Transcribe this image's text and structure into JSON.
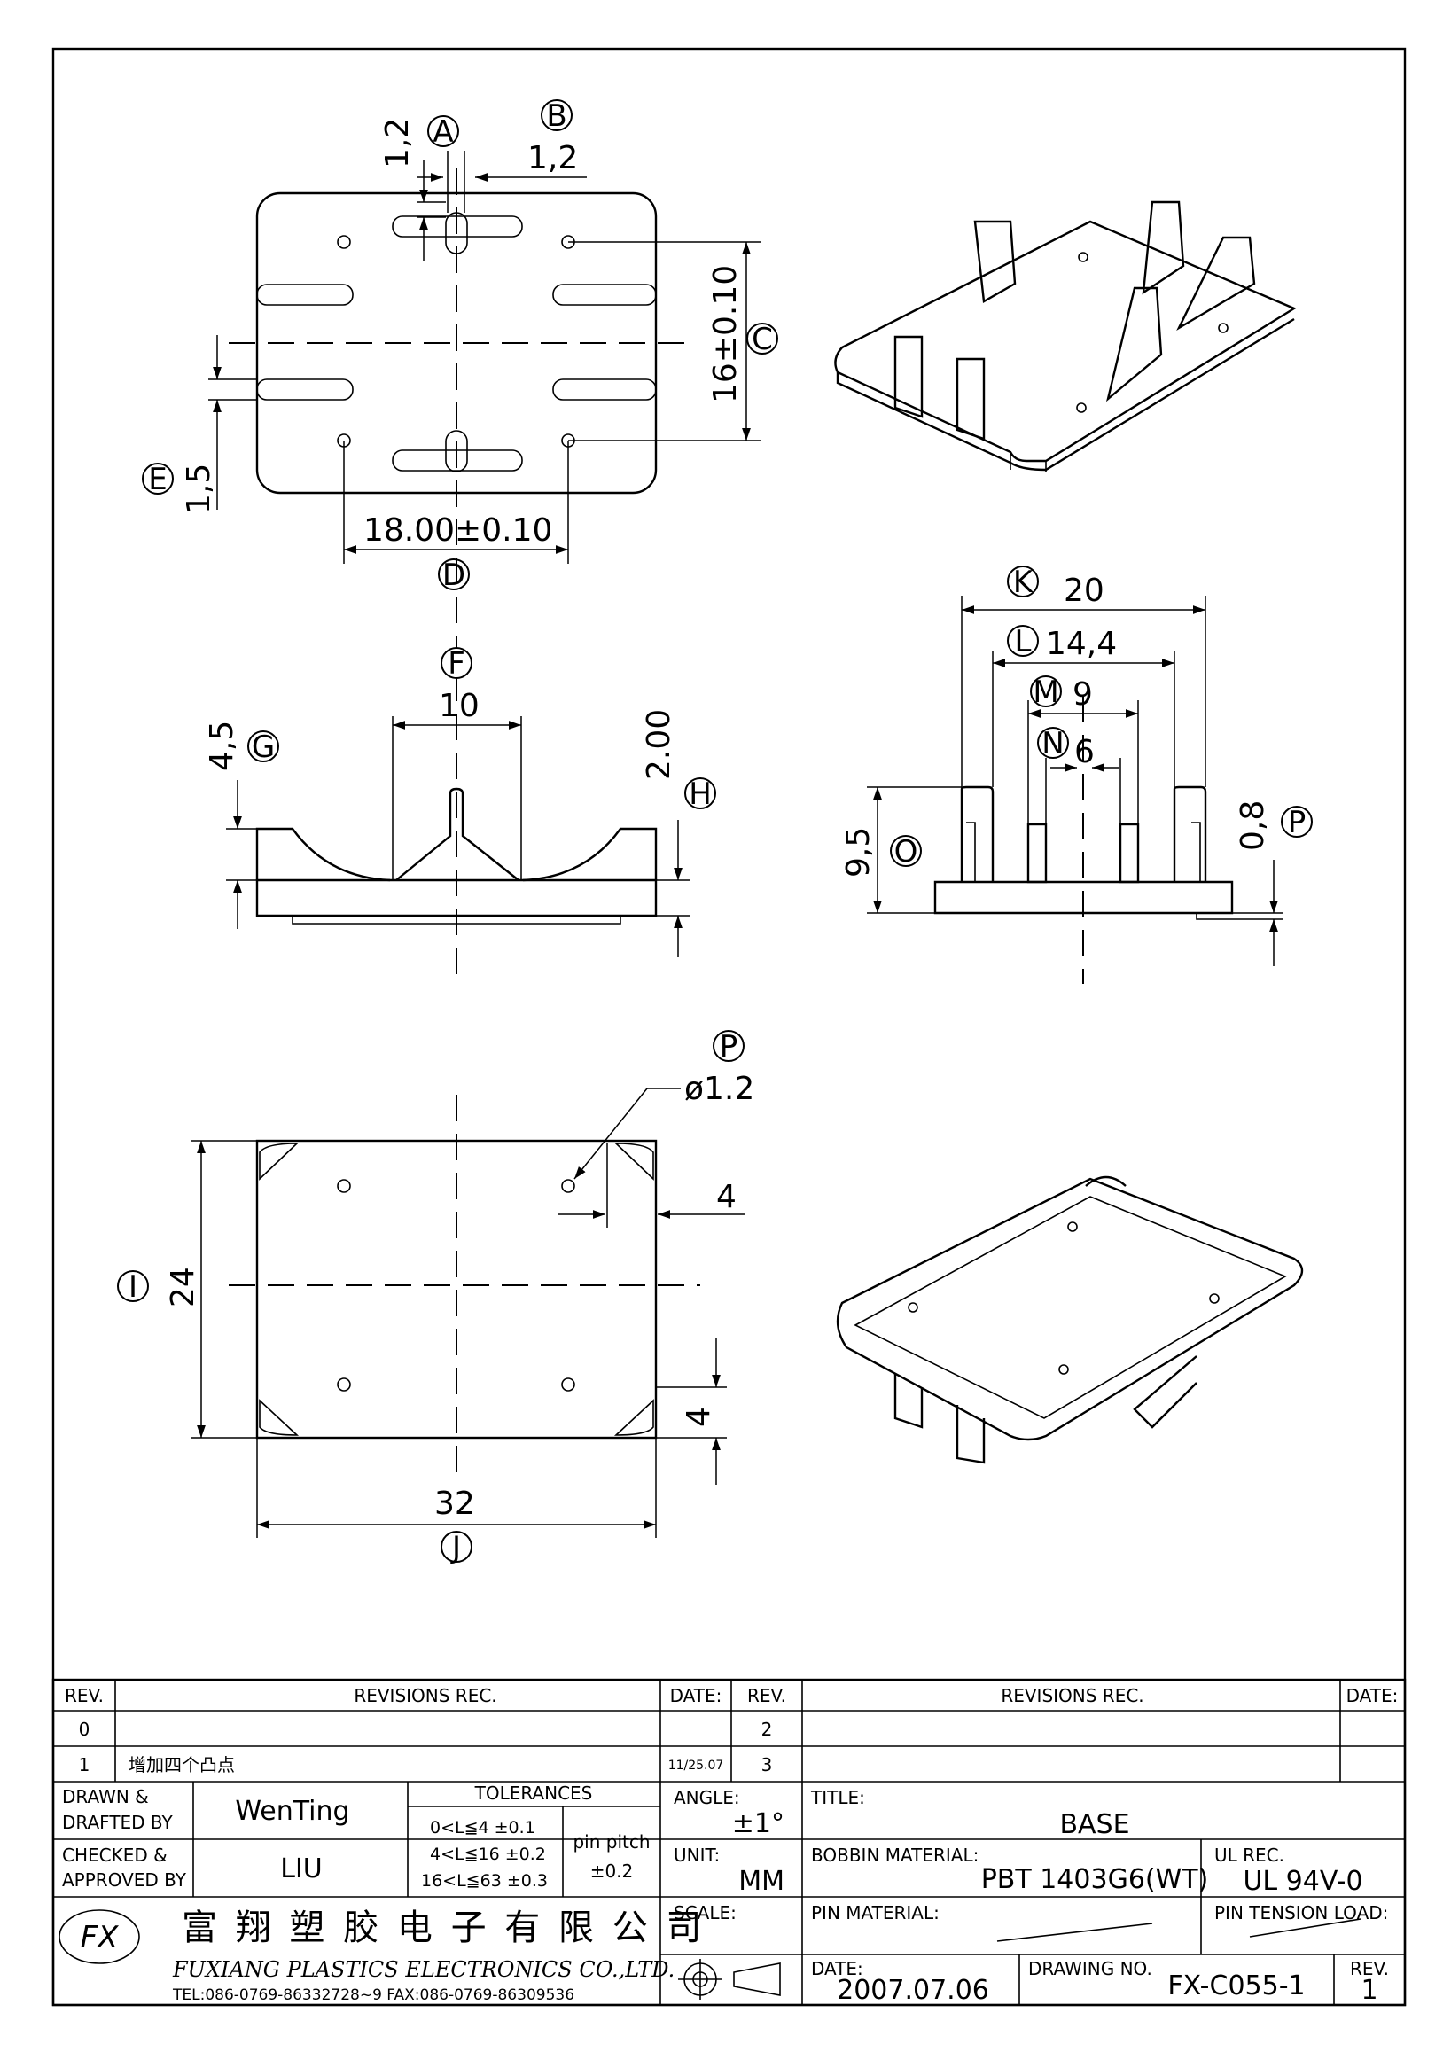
{
  "top_view": {
    "dims": [
      "1,2",
      "1,2",
      "16±0.10",
      "1,5",
      "18.00±0.10"
    ],
    "labels": [
      "A",
      "B",
      "C",
      "E",
      "D"
    ]
  },
  "front_view": {
    "dims": [
      "10",
      "4,5",
      "2.00"
    ],
    "labels": [
      "F",
      "G",
      "H"
    ]
  },
  "side_view": {
    "dims": [
      "20",
      "14,4",
      "9",
      "6",
      "9,5",
      "0,8"
    ],
    "labels": [
      "K",
      "L",
      "M",
      "N",
      "O",
      "P"
    ]
  },
  "bottom_view": {
    "dims": [
      "ø1.2",
      "4",
      "24",
      "4",
      "32"
    ],
    "labels": [
      "P",
      "I",
      "J"
    ]
  },
  "title_block": {
    "rev_hdr": "REV.",
    "revisions_hdr": "REVISIONS   REC.",
    "date_hdr": "DATE:",
    "rev_hdr2": "REV.",
    "revisions_hdr2": "REVISIONS   REC.",
    "date_hdr2": "DATE:",
    "rows": [
      {
        "rev": "0",
        "text": "",
        "date": "",
        "rev2": "2"
      },
      {
        "rev": "1",
        "text": "增加四个凸点",
        "date": "11/25.07",
        "rev2": "3"
      }
    ],
    "drawn_label1": "DRAWN &",
    "drawn_label2": "DRAFTED BY",
    "drawn_by": "WenTing",
    "checked_label1": "CHECKED &",
    "checked_label2": "APPROVED BY",
    "checked_by": "LIU",
    "tolerances_hdr": "TOLERANCES",
    "tol1": "0<L≦4   ±0.1",
    "tol2": "4<L≦16  ±0.2",
    "tol3": "16<L≦63  ±0.3",
    "pin_pitch": "pin pitch",
    "pin_pitch_tol": "±0.2",
    "angle_label": "ANGLE:",
    "angle_value": "±1°",
    "unit_label": "UNIT:",
    "unit_value": "MM",
    "scale_label": "SCALE:",
    "title_label": "TITLE:",
    "title_value": "BASE",
    "bobbin_label": "BOBBIN MATERIAL:",
    "bobbin_value": "PBT 1403G6(WT)",
    "ul_label": "UL REC.",
    "ul_value": "UL 94V-0",
    "pin_material_label": "PIN MATERIAL:",
    "pin_tension_label": "PIN TENSION LOAD:",
    "date_label": "DATE:",
    "date_value": "2007.07.06",
    "drawing_no_label": "DRAWING NO.",
    "drawing_no_value": "FX-C055-1",
    "rev_label": "REV.",
    "rev_value": "1",
    "company_cn": "富 翔 塑 胶 电 子 有 限 公 司",
    "company_en": "FUXIANG PLASTICS ELECTRONICS CO.,LTD.",
    "contact": "TEL:086-0769-86332728~9  FAX:086-0769-86309536",
    "logo_text": "FX"
  }
}
